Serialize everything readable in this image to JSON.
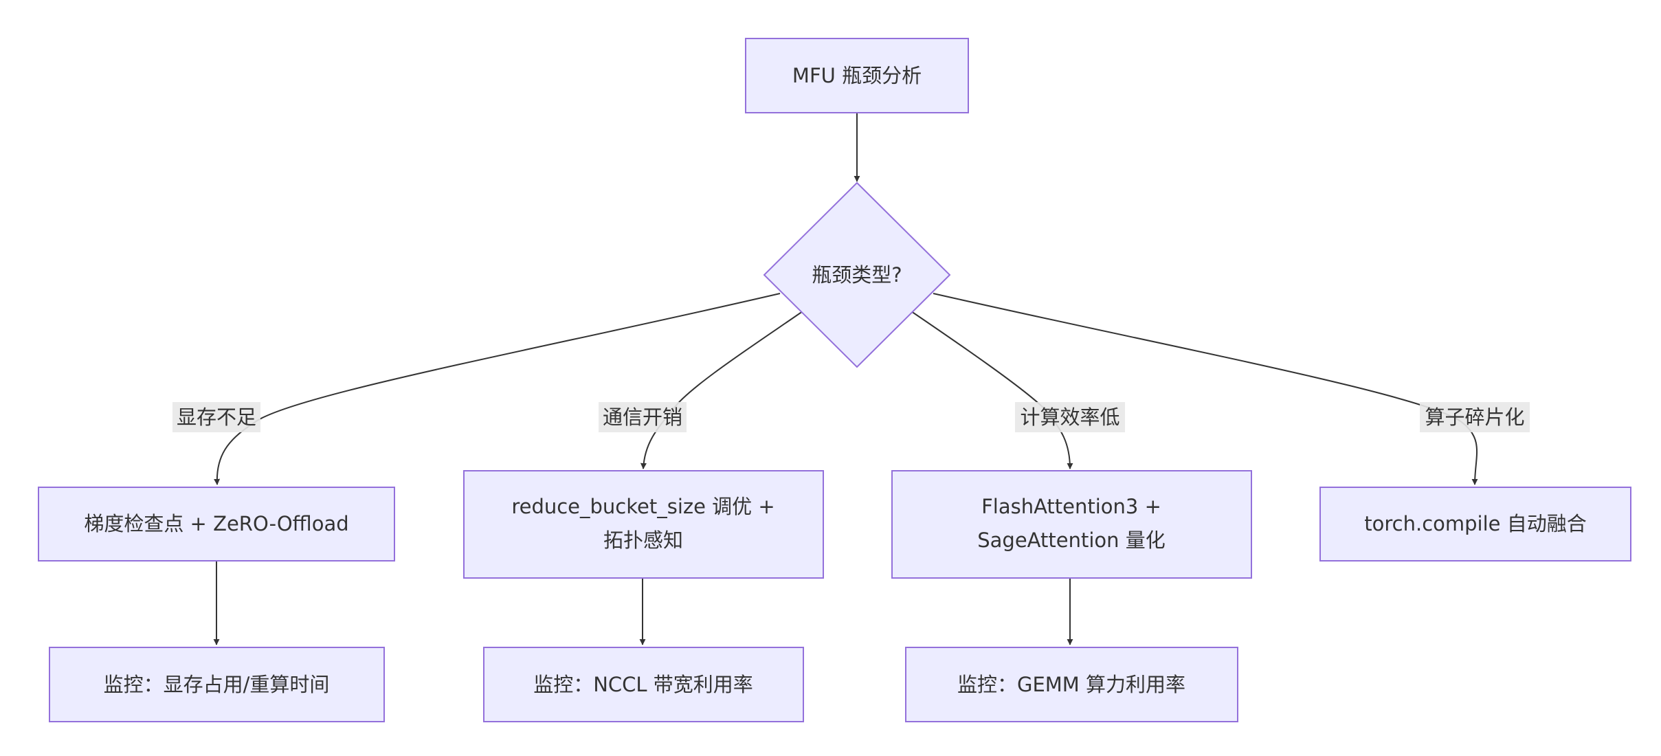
{
  "colors": {
    "node_fill": "#ECECFF",
    "node_stroke": "#9370DB",
    "edge": "#333333",
    "label_bg": "#E8E8E8",
    "text": "#333333"
  },
  "nodes": {
    "root": {
      "text": "MFU 瓶颈分析"
    },
    "decision": {
      "text": "瓶颈类型?"
    },
    "memory": {
      "text": "梯度检查点 + ZeRO-Offload"
    },
    "comm": {
      "line1": "reduce_bucket_size 调优 +",
      "line2": "拓扑感知"
    },
    "compute": {
      "line1": "FlashAttention3 +",
      "line2": "SageAttention 量化"
    },
    "fusion": {
      "text": "torch.compile 自动融合"
    },
    "monitor_memory": {
      "text": "监控：显存占用/重算时间"
    },
    "monitor_comm": {
      "text": "监控：NCCL 带宽利用率"
    },
    "monitor_compute": {
      "text": "监控：GEMM 算力利用率"
    }
  },
  "edge_labels": {
    "memory": "显存不足",
    "comm": "通信开销",
    "compute": "计算效率低",
    "fusion": "算子碎片化"
  }
}
